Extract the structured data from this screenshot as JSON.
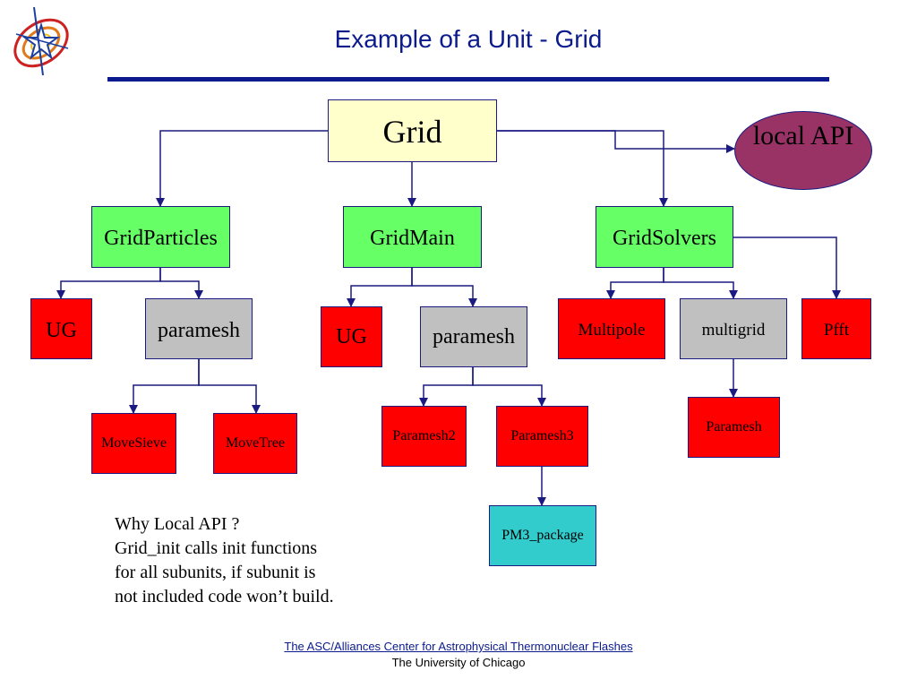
{
  "slide": {
    "title": "Example of a Unit - Grid"
  },
  "colors": {
    "title": "#0b1a8c",
    "rule": "#0b1a8c",
    "connector": "#1a1a80",
    "grid_box": "#ffffcc",
    "subunit_box": "#66ff66",
    "paramesh_box": "#c0c0c0",
    "impl_box": "#ff0000",
    "package_box": "#33cccc",
    "local_api": "#993366"
  },
  "diagram": {
    "root": "Grid",
    "local_api": {
      "line1": "local",
      "line2": "API"
    },
    "subunits": {
      "particles": "GridParticles",
      "main": "GridMain",
      "solvers": "GridSolvers"
    },
    "particles_children": {
      "ug": "UG",
      "paramesh": "paramesh",
      "move_sieve": "MoveSieve",
      "move_tree": "MoveTree"
    },
    "main_children": {
      "ug": "UG",
      "paramesh": "paramesh",
      "paramesh2": "Paramesh2",
      "paramesh3": "Paramesh3",
      "pm3_package": "PM3_package"
    },
    "solvers_children": {
      "multipole": "Multipole",
      "multigrid": "multigrid",
      "pfft": "Pfft",
      "paramesh": "Paramesh"
    }
  },
  "note": {
    "heading": "Why Local API ?",
    "line1": "Grid_init calls init functions",
    "line2": "for all subunits, if subunit is",
    "line3": "not included code won’t build."
  },
  "footer": {
    "center": "The ASC/Alliances Center for Astrophysical Thermonuclear Flashes",
    "university": "The University of Chicago"
  }
}
